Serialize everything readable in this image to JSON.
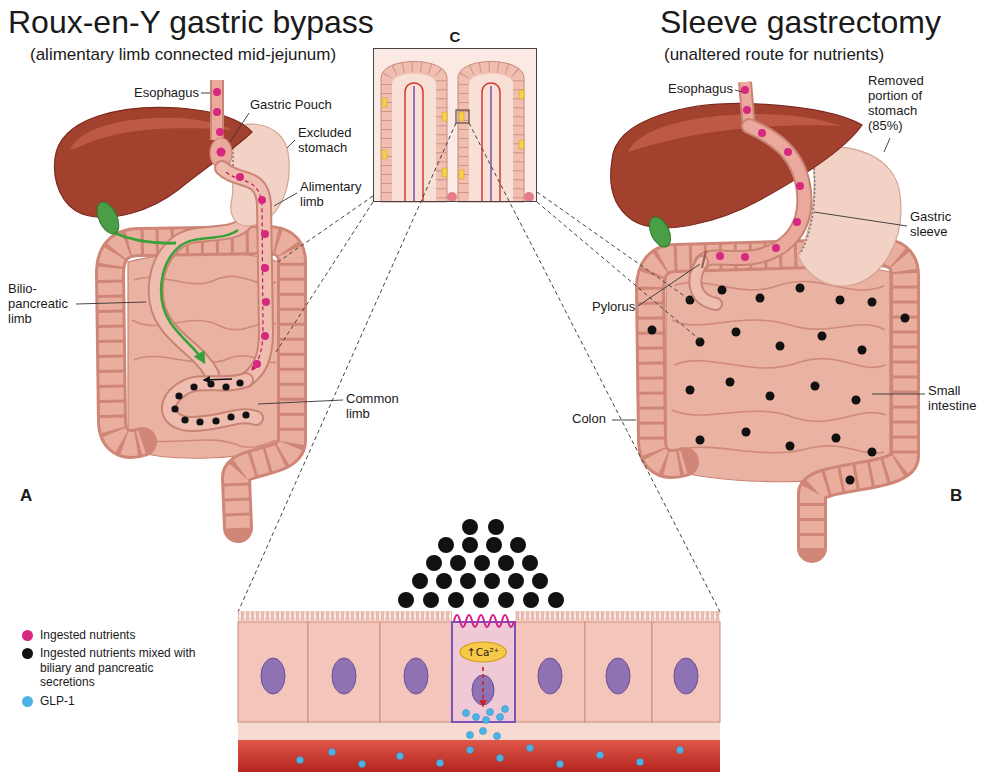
{
  "diagram": {
    "nodes": [
      {
        "text": [
          "C"
        ]
      },
      {
        "text": [
          "↑Ca²⁺"
        ]
      }
    ],
    "labels": [
      "Roux-en-Y gastric bypass",
      "(alimentary limb connected mid-jejunum)",
      "Sleeve gastrectomy",
      "(unaltered route for nutrients)",
      "Esophagus",
      "Gastric Pouch",
      "Excluded stomach",
      "Alimentary limb",
      "Bilio-pancreatic limb",
      "Common limb",
      "A",
      "Esophagus",
      "Removed portion of stomach (85%)",
      "Gastric sleeve",
      "Pylorus",
      "Colon",
      "Small intestine",
      "B"
    ],
    "legend": [
      {
        "text": "Ingested nutrients",
        "color": "#d6287f"
      },
      {
        "text": "Ingested nutrients mixed with biliary and pancreatic secretions",
        "color": "#111111"
      },
      {
        "text": "GLP-1",
        "color": "#4db3e6"
      }
    ]
  }
}
